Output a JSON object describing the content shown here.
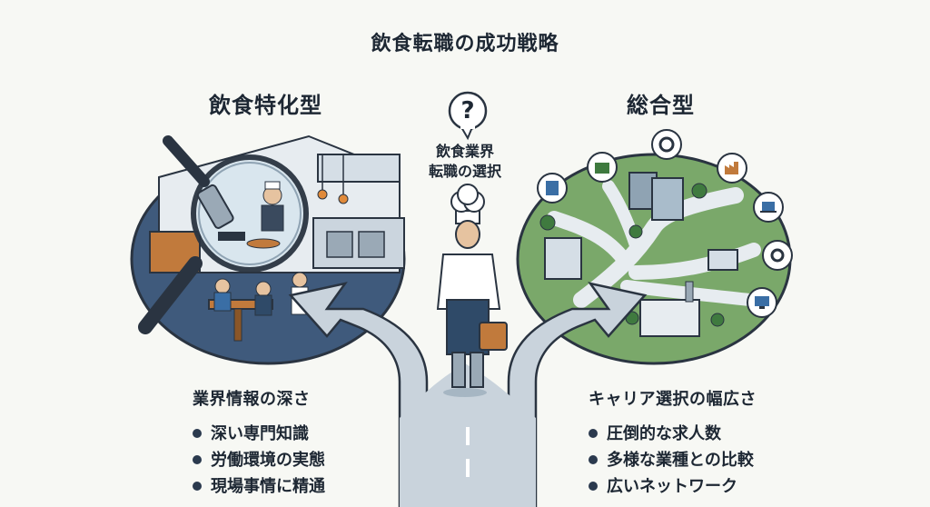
{
  "title": "飲食転職の成功戦略",
  "left": {
    "title": "飲食特化型",
    "heading": "業界情報の深さ",
    "items": [
      "深い専門知識",
      "労働環境の実態",
      "現場事情に精通"
    ]
  },
  "right": {
    "title": "総合型",
    "heading": "キャリア選択の幅広さ",
    "items": [
      "圧倒的な求人数",
      "多様な業種との比較",
      "広いネットワーク"
    ]
  },
  "center": {
    "bubble": "?",
    "label_line1": "飲食業界",
    "label_line2": "転職の選択"
  },
  "colors": {
    "left_circle": "#3f5a7c",
    "right_circle": "#7aa86a",
    "road": "#c9d3dc",
    "outline": "#2a3441"
  }
}
